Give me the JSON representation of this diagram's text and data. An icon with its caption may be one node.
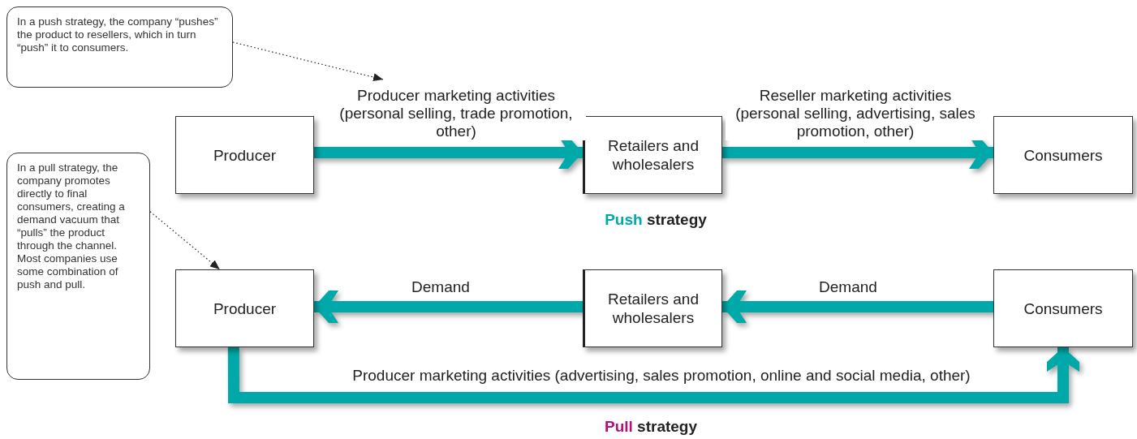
{
  "diagram": {
    "nodes": [
      {
        "text": [
          "In a push strategy, the company “pushes” the product to resellers, which in turn “push” it to consumers."
        ]
      },
      {
        "text": [
          "Producer"
        ]
      },
      {
        "text": [
          "Retailers and wholesalers"
        ]
      },
      {
        "text": [
          "Consumers"
        ]
      },
      {
        "text": [
          "In a pull strategy, the company promotes directly to final consumers, creating a demand vacuum that “pulls” the product through the channel. Most companies use some combination of push and pull."
        ]
      },
      {
        "text": [
          "Producer"
        ]
      },
      {
        "text": [
          "Retailers and wholesalers"
        ]
      },
      {
        "text": [
          "Consumers"
        ]
      }
    ],
    "edges": [
      {
        "from": 0,
        "to": null,
        "arrow": "to",
        "style": "dashed",
        "color": "#222222"
      },
      {
        "from": 1,
        "to": 2,
        "arrow": "to",
        "label": "Producer marketing activities (personal selling, trade promotion, other)"
      },
      {
        "from": 2,
        "to": 3,
        "arrow": "to",
        "label": "Reseller marketing activities (personal selling, advertising, sales promotion, other)"
      },
      {
        "from": 4,
        "to": 5,
        "arrow": "to",
        "style": "dashed",
        "color": "#222222"
      },
      {
        "from": 6,
        "to": 5,
        "arrow": "to",
        "label": "Demand"
      },
      {
        "from": 7,
        "to": 6,
        "arrow": "to",
        "label": "Demand"
      },
      {
        "from": 5,
        "to": 7,
        "arrow": "to",
        "label": "Producer marketing activities (advertising, sales promotion, online and social media, other)"
      }
    ],
    "labels": [
      "Push strategy",
      "Pull strategy"
    ]
  }
}
